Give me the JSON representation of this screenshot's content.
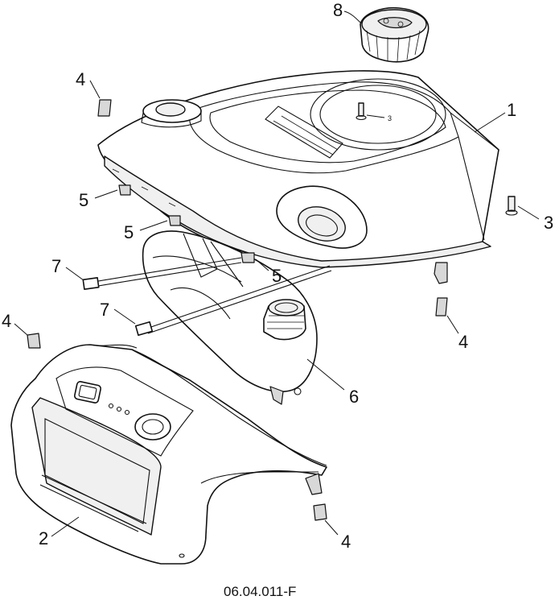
{
  "diagram": {
    "callouts": {
      "c1": "1",
      "c2": "2",
      "c3_right": "3",
      "c3_small": "3",
      "c4_top": "4",
      "c4_left": "4",
      "c4_right": "4",
      "c4_bottom": "4",
      "c5_a": "5",
      "c5_b": "5",
      "c5_c": "5",
      "c6": "6",
      "c7_a": "7",
      "c7_b": "7",
      "c8": "8"
    },
    "part_code": "06.04.011-F"
  }
}
